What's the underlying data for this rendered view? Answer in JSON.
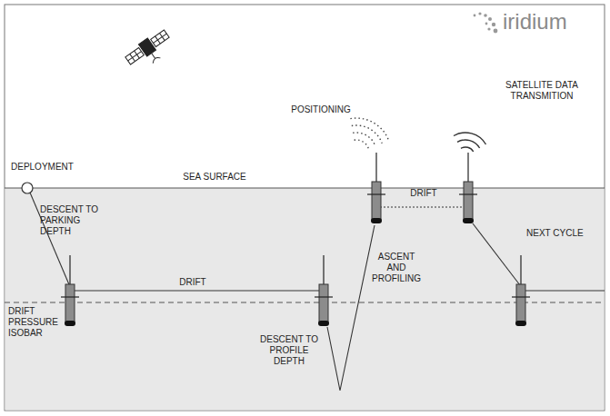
{
  "diagram": {
    "labels": [
      "iridium",
      "POSITIONING",
      "SATELLITE DATA TRANSMITION",
      "DEPLOYMENT",
      "SEA SURFACE",
      "DESCENT TO PARKING DEPTH",
      "DRIFT",
      "ASCENT AND PROFILING",
      "NEXT CYCLE",
      "DRIFT",
      "DRIFT PRESSURE ISOBAR",
      "DESCENT TO PROFILE DEPTH"
    ]
  }
}
